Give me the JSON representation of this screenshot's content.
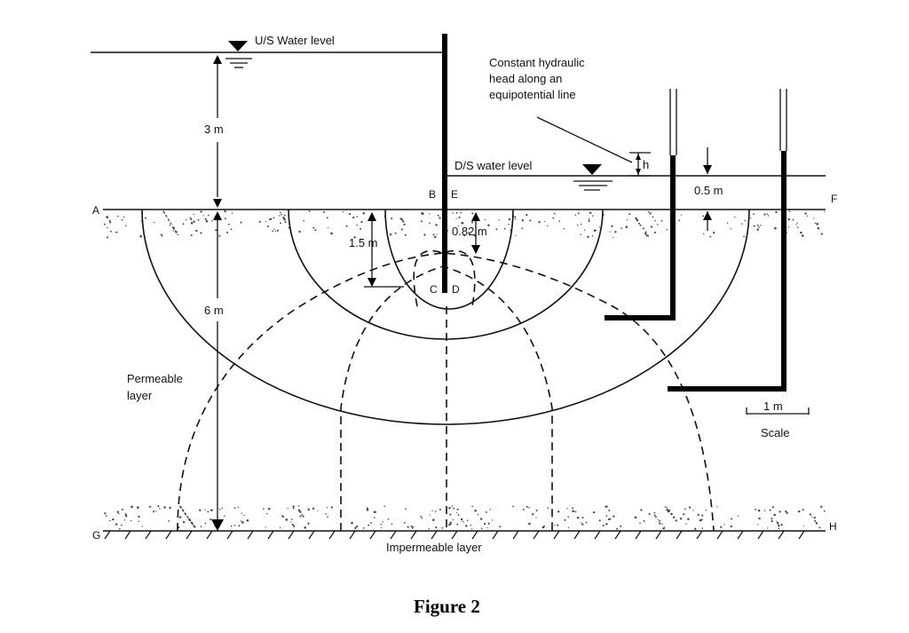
{
  "labels": {
    "us_water_level": "U/S Water level",
    "ds_water_level": "D/S water level",
    "annotation_line1": "Constant hydraulic",
    "annotation_line2": "head along an",
    "annotation_line3": "equipotential line",
    "h": "h",
    "dim_3m": "3 m",
    "dim_6m": "6 m",
    "dim_1_5m": "1.5 m",
    "dim_0_82m": "0.82 m",
    "dim_0_5m": "0.5 m",
    "scale_value": "1 m",
    "scale_label": "Scale",
    "permeable_line1": "Permeable",
    "permeable_line2": "layer",
    "impermeable": "Impermeable layer",
    "caption": "Figure 2"
  },
  "points": {
    "A": "A",
    "B": "B",
    "C": "C",
    "D": "D",
    "E": "E",
    "F": "F",
    "G": "G",
    "H": "H"
  }
}
